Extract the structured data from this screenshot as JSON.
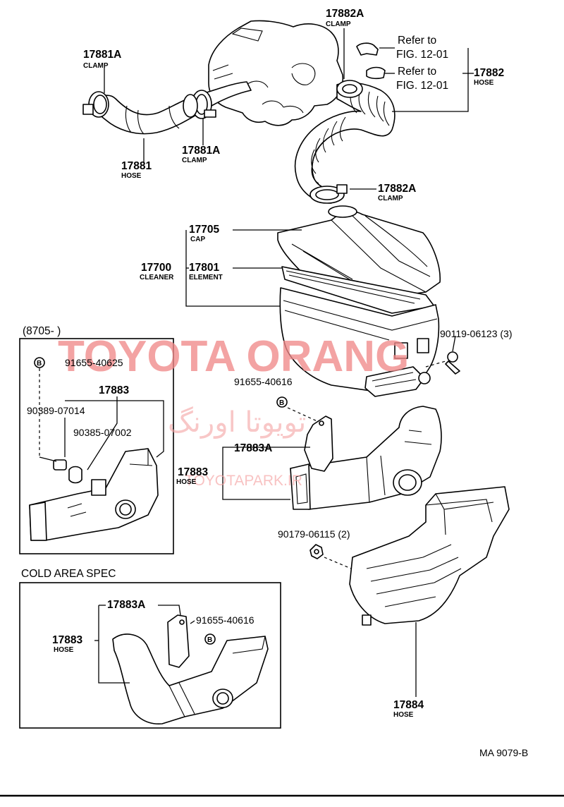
{
  "diagram_code": "MA 9079-B",
  "watermarks": {
    "brand": "TOYOTA ORANG",
    "persian": "تویوتا اورنگ",
    "site": "TOYOTAPARK.IR"
  },
  "labels": {
    "p17881A_top": {
      "number": "17881A",
      "caption": "CLAMP"
    },
    "p17881A_mid": {
      "number": "17881A",
      "caption": "CLAMP"
    },
    "p17881": {
      "number": "17881",
      "caption": "HOSE"
    },
    "p17882A_top": {
      "number": "17882A",
      "caption": "CLAMP"
    },
    "p17882A_mid": {
      "number": "17882A",
      "caption": "CLAMP"
    },
    "p17882": {
      "number": "17882",
      "caption": "HOSE"
    },
    "ref1": "Refer to",
    "ref1b": "FIG. 12-01",
    "ref2": "Refer to",
    "ref2b": "FIG. 12-01",
    "p17705": {
      "number": "17705",
      "caption": "CAP"
    },
    "p17700": {
      "number": "17700",
      "caption": "CLEANER"
    },
    "p17801": {
      "number": "17801",
      "caption": "ELEMENT"
    },
    "p90119": "90119-06123 (3)",
    "p91655_mid": "91655-40616",
    "p17883A_mid": "17883A",
    "p17883_mid": {
      "number": "17883",
      "caption": "HOSE"
    },
    "p90179": "90179-06115 (2)",
    "p17884": {
      "number": "17884",
      "caption": "HOSE"
    }
  },
  "inset_1": {
    "title": "(8705-        )",
    "bolt_label": "91655-40625",
    "assy_label": "17883",
    "p1": "90389-07014",
    "p2": "90385-07002",
    "b_mark": "B"
  },
  "inset_2": {
    "title": "COLD AREA SPEC",
    "p17883A": "17883A",
    "p91655": "91655-40616",
    "p17883": {
      "number": "17883",
      "caption": "HOSE"
    },
    "b_mark": "B"
  },
  "b_mark_mid": "B"
}
